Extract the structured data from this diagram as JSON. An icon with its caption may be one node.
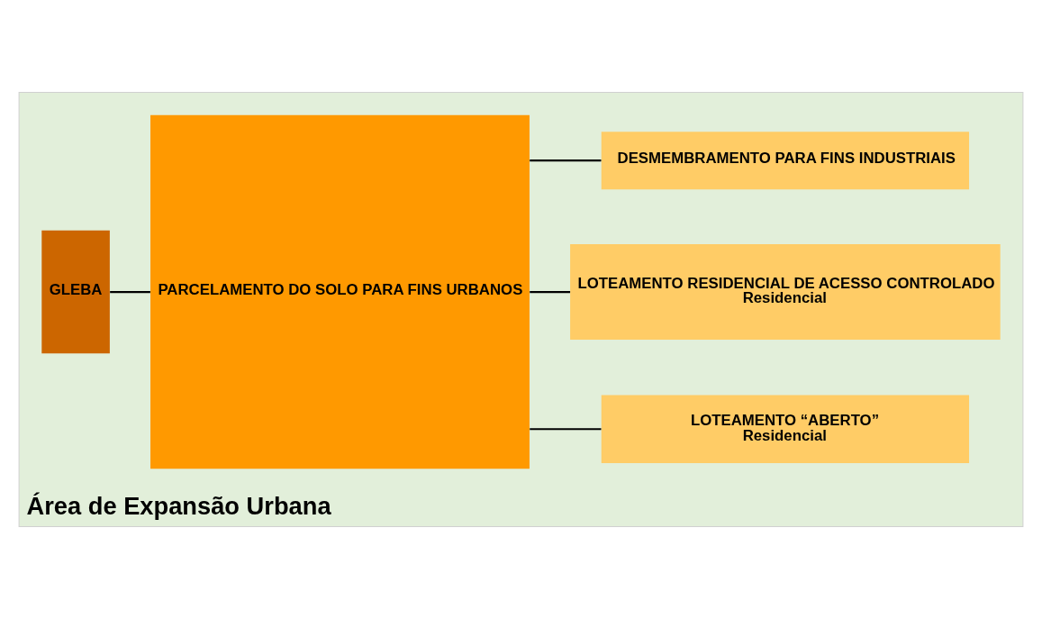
{
  "diagram": {
    "nodes": [
      {
        "text": [
          "Área de Expansão Urbana"
        ]
      },
      {
        "text": [
          "GLEBA"
        ],
        "in": 0
      },
      {
        "text": [
          "PARCELAMENTO DO SOLO PARA FINS URBANOS"
        ],
        "in": 0
      },
      {
        "text": [
          "LOTEAMENTO “ABERTO”",
          "Residencial"
        ],
        "in": 0
      },
      {
        "text": [
          "LOTEAMENTO RESIDENCIAL DE ACESSO CONTROLADO",
          "Residencial"
        ],
        "in": 0
      },
      {
        "text": [
          "DESMEMBRAMENTO PARA FINS INDUSTRIAIS"
        ],
        "in": 0
      }
    ],
    "edges": [
      {
        "from": 1,
        "to": 2,
        "arrow": "none"
      },
      {
        "from": 2,
        "to": 3,
        "arrow": "none"
      },
      {
        "from": 2,
        "to": 4,
        "arrow": "none"
      },
      {
        "from": 2,
        "to": 5,
        "arrow": "none"
      }
    ]
  }
}
